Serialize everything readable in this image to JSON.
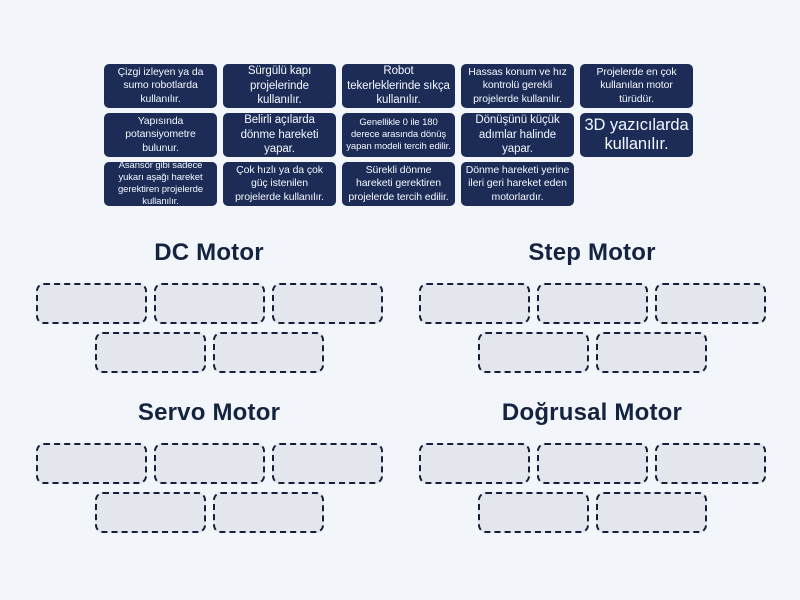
{
  "theme": {
    "page_bg": "#f2f5fa",
    "card_bg": "#1d2c56",
    "card_text": "#f1f7ff",
    "heading_color": "#14233f",
    "slot_bg": "#e3e6ed",
    "slot_border": "#141f3a"
  },
  "game": {
    "cards": [
      {
        "text": "Çizgi izleyen ya da sumo robotlarda kullanılır."
      },
      {
        "text": "Sürgülü kapı projelerinde kullanılır."
      },
      {
        "text": "Robot tekerleklerinde sıkça kullanılır."
      },
      {
        "text": "Hassas konum ve hız kontrolü gerekli projelerde kullanılır."
      },
      {
        "text": "Projelerde en çok kullanılan motor türüdür."
      },
      {
        "text": "Yapısında potansiyometre bulunur."
      },
      {
        "text": "Belirli açılarda dönme hareketi yapar."
      },
      {
        "text": "Genellikle 0 ile 180 derece arasında dönüş yapan modeli tercih edilir."
      },
      {
        "text": "Dönüşünü küçük adımlar halinde yapar."
      },
      {
        "text": "3D yazıcılarda kullanılır."
      },
      {
        "text": "Asansör gibi sadece yukarı aşağı hareket gerektiren projelerde kullanılır."
      },
      {
        "text": "Çok hızlı ya da çok güç istenilen projelerde kullanılır."
      },
      {
        "text": "Sürekli dönme hareketi gerektiren projelerde tercih edilir."
      },
      {
        "text": "Dönme hareketi yerine ileri geri hareket eden motorlardır."
      }
    ],
    "groups": [
      {
        "label": "DC Motor",
        "slot_count": 5
      },
      {
        "label": "Step Motor",
        "slot_count": 5
      },
      {
        "label": "Servo Motor",
        "slot_count": 5
      },
      {
        "label": "Doğrusal Motor",
        "slot_count": 5
      }
    ]
  }
}
